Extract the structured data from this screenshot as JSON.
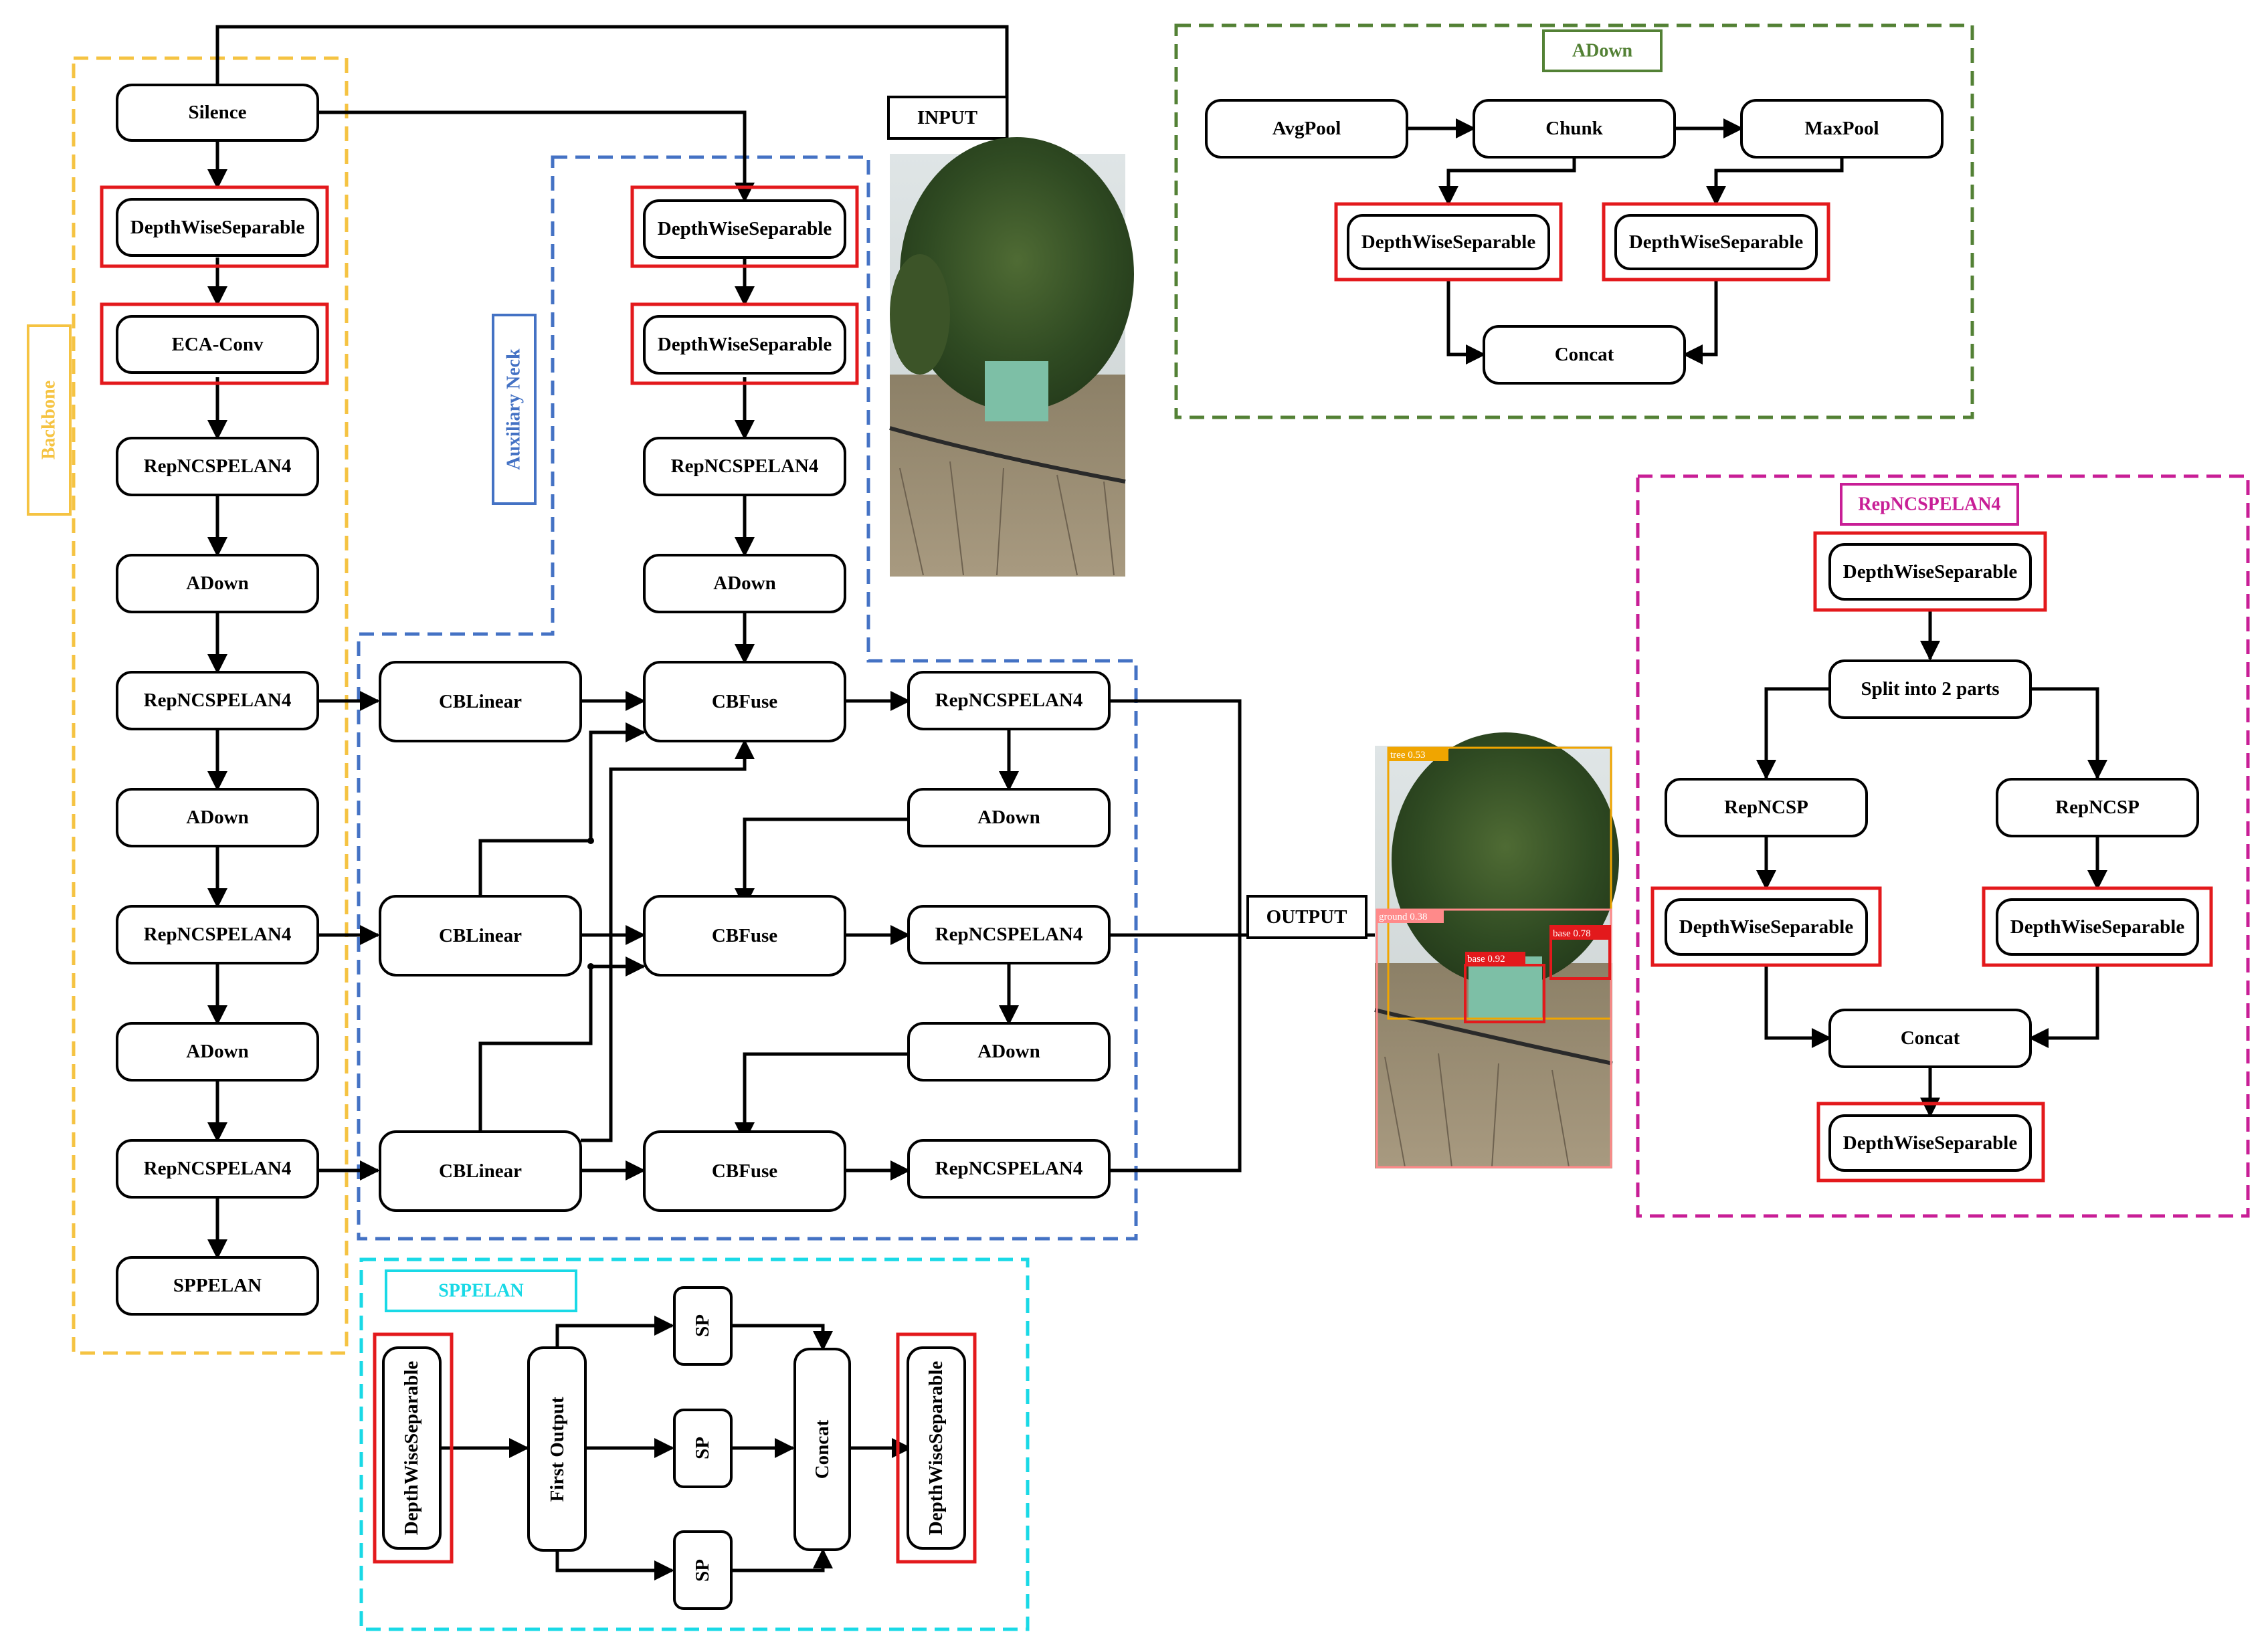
{
  "colors": {
    "backbone": "#F5C342",
    "auxiliary_neck": "#4472C4",
    "adown_panel": "#538135",
    "repncspelan4_panel": "#C81E96",
    "sppelan_panel": "#19D9E6",
    "highlight": "#E3191C",
    "line": "#000000"
  },
  "regions": {
    "backbone_label": "Backbone",
    "auxiliary_neck_label": "Auxiliary Neck"
  },
  "main": {
    "silence": "Silence",
    "input": "INPUT",
    "output": "OUTPUT",
    "backbone": [
      "DepthWiseSeparable",
      "ECA-Conv",
      "RepNCSPELAN4",
      "ADown",
      "RepNCSPELAN4",
      "ADown",
      "RepNCSPELAN4",
      "ADown",
      "RepNCSPELAN4",
      "SPPELAN"
    ],
    "auxiliary": [
      "DepthWiseSeparable",
      "DepthWiseSeparable",
      "RepNCSPELAN4",
      "ADown"
    ],
    "cblinear": [
      "CBLinear",
      "CBLinear",
      "CBLinear"
    ],
    "cbfuse": [
      "CBFuse",
      "CBFuse",
      "CBFuse"
    ],
    "head": [
      "RepNCSPELAN4",
      "ADown",
      "RepNCSPELAN4",
      "ADown",
      "RepNCSPELAN4"
    ]
  },
  "detections": [
    "tree 0.53",
    "ground 0.38",
    "base 0.92",
    "base 0.78"
  ],
  "adown_panel": {
    "title": "ADown",
    "avgpool": "AvgPool",
    "chunk": "Chunk",
    "maxpool": "MaxPool",
    "dws_left": "DepthWiseSeparable",
    "dws_right": "DepthWiseSeparable",
    "concat": "Concat"
  },
  "repncspelan4_panel": {
    "title": "RepNCSPELAN4",
    "dws_top": "DepthWiseSeparable",
    "split": "Split into 2 parts",
    "repncsp_left": "RepNCSP",
    "repncsp_right": "RepNCSP",
    "dws_left": "DepthWiseSeparable",
    "dws_right": "DepthWiseSeparable",
    "concat": "Concat",
    "dws_bottom": "DepthWiseSeparable"
  },
  "sppelan_panel": {
    "title": "SPPELAN",
    "dws_left": "DepthWiseSeparable",
    "first_output": "First Output",
    "sp": [
      "SP",
      "SP",
      "SP"
    ],
    "concat": "Concat",
    "dws_right": "DepthWiseSeparable"
  }
}
